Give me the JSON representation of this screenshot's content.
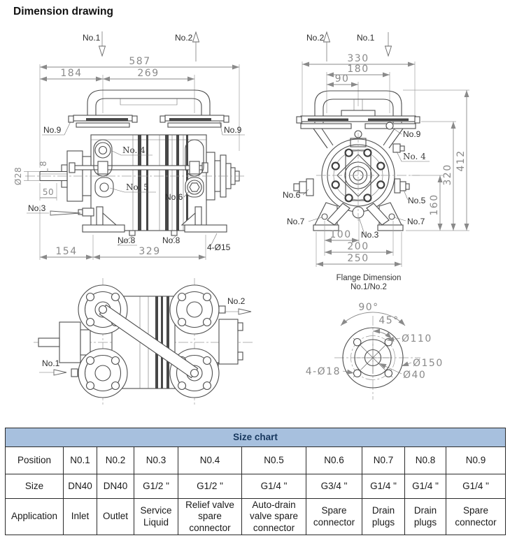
{
  "page": {
    "title": "Dimension drawing"
  },
  "front_view": {
    "port_no1": "No.1",
    "port_no2": "No.2",
    "dim_overall_width": "587",
    "dim_inlet_offset": "184",
    "dim_port_spacing": "269",
    "dim_shaft_dia": "Ø28",
    "dim_key": "8",
    "dim_shaft_length": "50",
    "dim_foot_offset": "154",
    "dim_foot_spacing": "329",
    "dim_foot_holes": "4-Ø15",
    "label_no9_left": "No.9",
    "label_no9_right": "No.9",
    "label_no4": "No. 4",
    "label_no5": "No. 5",
    "label_no6": "No.6",
    "label_no3": "No.3",
    "label_no8_left": "No.8",
    "label_no8_right": "No.8"
  },
  "side_view": {
    "port_no2": "No.2",
    "port_no1": "No.1",
    "dim_overall_width": "330",
    "dim_flange_width": "180",
    "dim_half_width": "90",
    "dim_overall_height": "412",
    "dim_body_height": "320",
    "dim_axis_height": "160",
    "dim_foot_half": "100",
    "dim_foot_spacing": "200",
    "dim_base_width": "250",
    "label_no9": "No.9",
    "label_no4": "No. 4",
    "label_no5": "No.5",
    "label_no6": "No.6",
    "label_no7_left": "No.7",
    "label_no7_right": "No.7",
    "label_no3": "No.3"
  },
  "top_view": {
    "label_no1": "No.1",
    "label_no2": "No.2"
  },
  "flange_detail": {
    "caption_line1": "Flange Dimension",
    "caption_line2": "No.1/No.2",
    "angle_full": "90°",
    "angle_half": "45°",
    "dim_bolt_circle": "Ø110",
    "dim_outer_dia": "Ø150",
    "dim_bore_dia": "Ø40",
    "dim_bolt_holes": "4-Ø18"
  },
  "size_chart": {
    "title": "Size chart",
    "row_position": {
      "label": "Position",
      "cells": [
        "N0.1",
        "N0.2",
        "N0.3",
        "N0.4",
        "N0.5",
        "N0.6",
        "N0.7",
        "N0.8",
        "N0.9"
      ]
    },
    "row_size": {
      "label": "Size",
      "cells": [
        "DN40",
        "DN40",
        "G1/2 \"",
        "G1/2 \"",
        "G1/4 \"",
        "G3/4 \"",
        "G1/4 \"",
        "G1/4 \"",
        "G1/4 \""
      ]
    },
    "row_application": {
      "label": "Application",
      "cells": [
        "Inlet",
        "Outlet",
        "Service Liquid",
        "Relief valve spare connector",
        "Auto-drain valve spare connector",
        "Spare connector",
        "Drain plugs",
        "Drain plugs",
        "Spare connector"
      ]
    }
  },
  "colors": {
    "table_header_bg": "#a7c0de",
    "table_header_text": "#17375d",
    "drawing_line": "#4d4d4d",
    "dimension_gray": "#8a8a8a"
  }
}
